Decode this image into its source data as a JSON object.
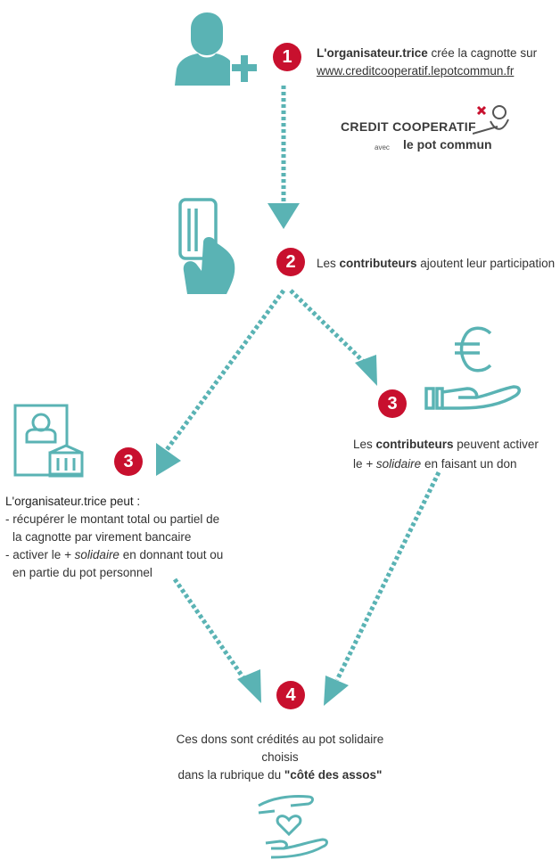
{
  "colors": {
    "teal": "#5ab3b4",
    "red": "#c8102e",
    "text": "#333333"
  },
  "step1": {
    "number": "1",
    "org": "L'organisateur.trice",
    "text": " crée la cagnotte sur",
    "url": "www.creditcooperatif.lepotcommun.fr"
  },
  "logo": {
    "brand": "CREDIT COOPERATIF",
    "avec": "avec",
    "pot": "le pot commun"
  },
  "step2": {
    "number": "2",
    "pre": "Les ",
    "bold": "contributeurs",
    "post": " ajoutent leur participation"
  },
  "step3_left": {
    "number": "3",
    "title": "L'organisateur.trice peut :",
    "l1": "- récupérer le montant total ou partiel de",
    "l2": "la cagnotte par virement bancaire",
    "l3a": "- activer le ",
    "l3b": "+ solidaire",
    "l3c": " en donnant tout ou",
    "l4": "en partie du pot personnel"
  },
  "step3_right": {
    "number": "3",
    "l1a": "Les ",
    "l1b": "contributeurs",
    "l1c": " peuvent activer",
    "l2a": "le ",
    "l2b": "+ solidaire",
    "l2c": " en faisant un don"
  },
  "step4": {
    "number": "4",
    "l1": "Ces dons sont crédités au pot solidaire choisis",
    "l2a": "dans la rubrique du ",
    "l2b": "\"côté des assos\""
  },
  "icons": {
    "user": "add-user-icon",
    "card": "card-in-hand-icon",
    "euro": "euro-hand-icon",
    "bank": "profile-bank-icon",
    "heart": "heart-hands-icon"
  }
}
